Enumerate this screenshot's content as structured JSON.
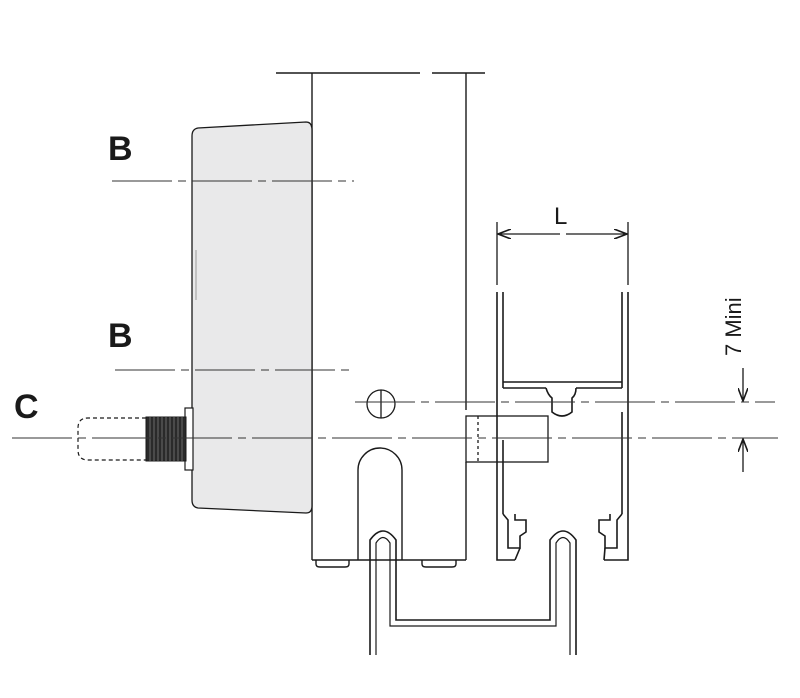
{
  "labels": {
    "b_top": "B",
    "b_bottom": "B",
    "c": "C",
    "l_dimension": "L",
    "min_dimension": "7 Mini"
  },
  "colors": {
    "line": "#1a1a1a",
    "body_fill": "#e9e9ea",
    "knob_fill": "#2a2a2a",
    "centerline": "#333333"
  }
}
